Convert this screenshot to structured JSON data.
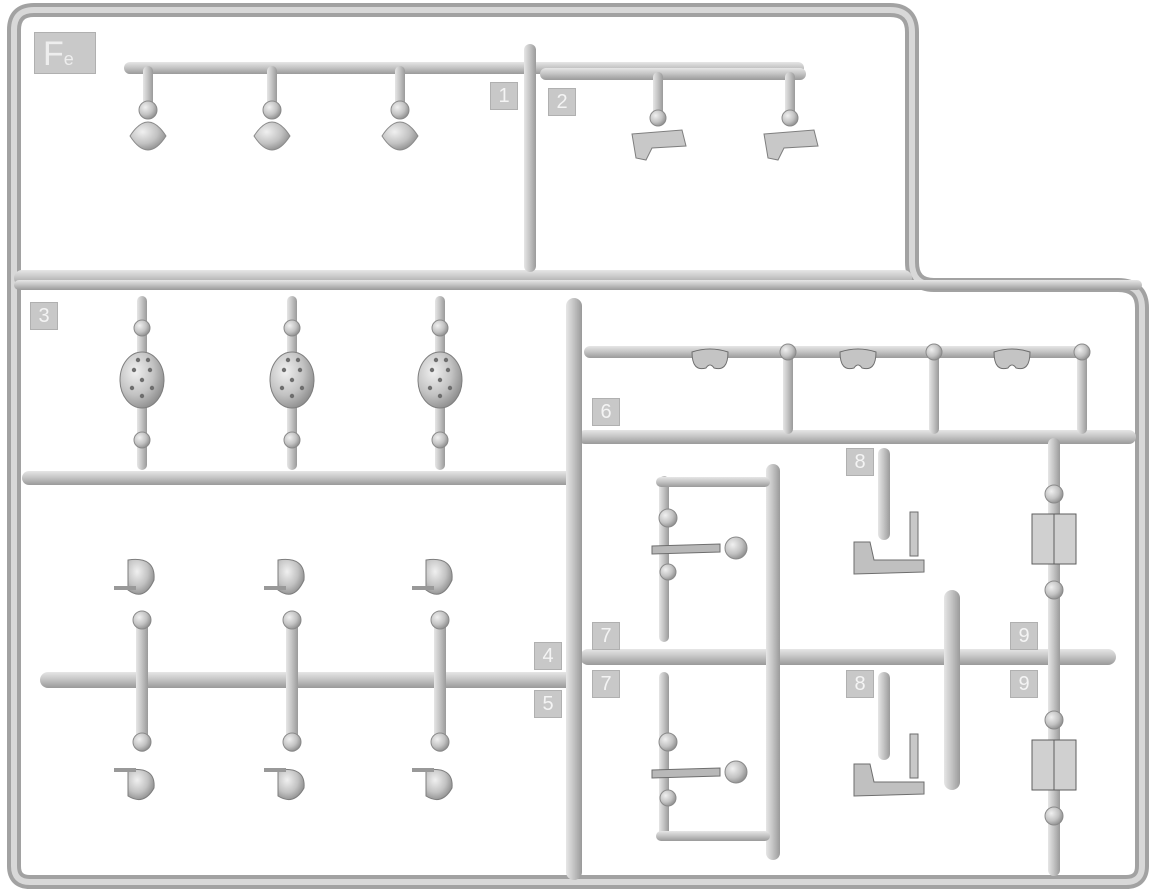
{
  "sprue": {
    "letter": "F",
    "sub": "e",
    "colors": {
      "plastic": "#c4c4c4",
      "plastic_dark": "#9c9c9c",
      "plastic_light": "#e2e2e2",
      "background": "#ffffff"
    }
  },
  "parts": [
    {
      "id": "1",
      "label": "1",
      "desc": "helmet"
    },
    {
      "id": "2",
      "label": "2",
      "desc": "pistol-holster"
    },
    {
      "id": "3",
      "label": "3",
      "desc": "grenade"
    },
    {
      "id": "4",
      "label": "4",
      "desc": "head-upper"
    },
    {
      "id": "5",
      "label": "5",
      "desc": "head-lower"
    },
    {
      "id": "6",
      "label": "6",
      "desc": "goggles"
    },
    {
      "id": "7a",
      "label": "7",
      "desc": "rifle-sling"
    },
    {
      "id": "7b",
      "label": "7",
      "desc": "rifle-sling"
    },
    {
      "id": "8a",
      "label": "8",
      "desc": "submachine-gun"
    },
    {
      "id": "8b",
      "label": "8",
      "desc": "submachine-gun"
    },
    {
      "id": "9a",
      "label": "9",
      "desc": "magazine-pouch"
    },
    {
      "id": "9b",
      "label": "9",
      "desc": "magazine-pouch"
    }
  ]
}
